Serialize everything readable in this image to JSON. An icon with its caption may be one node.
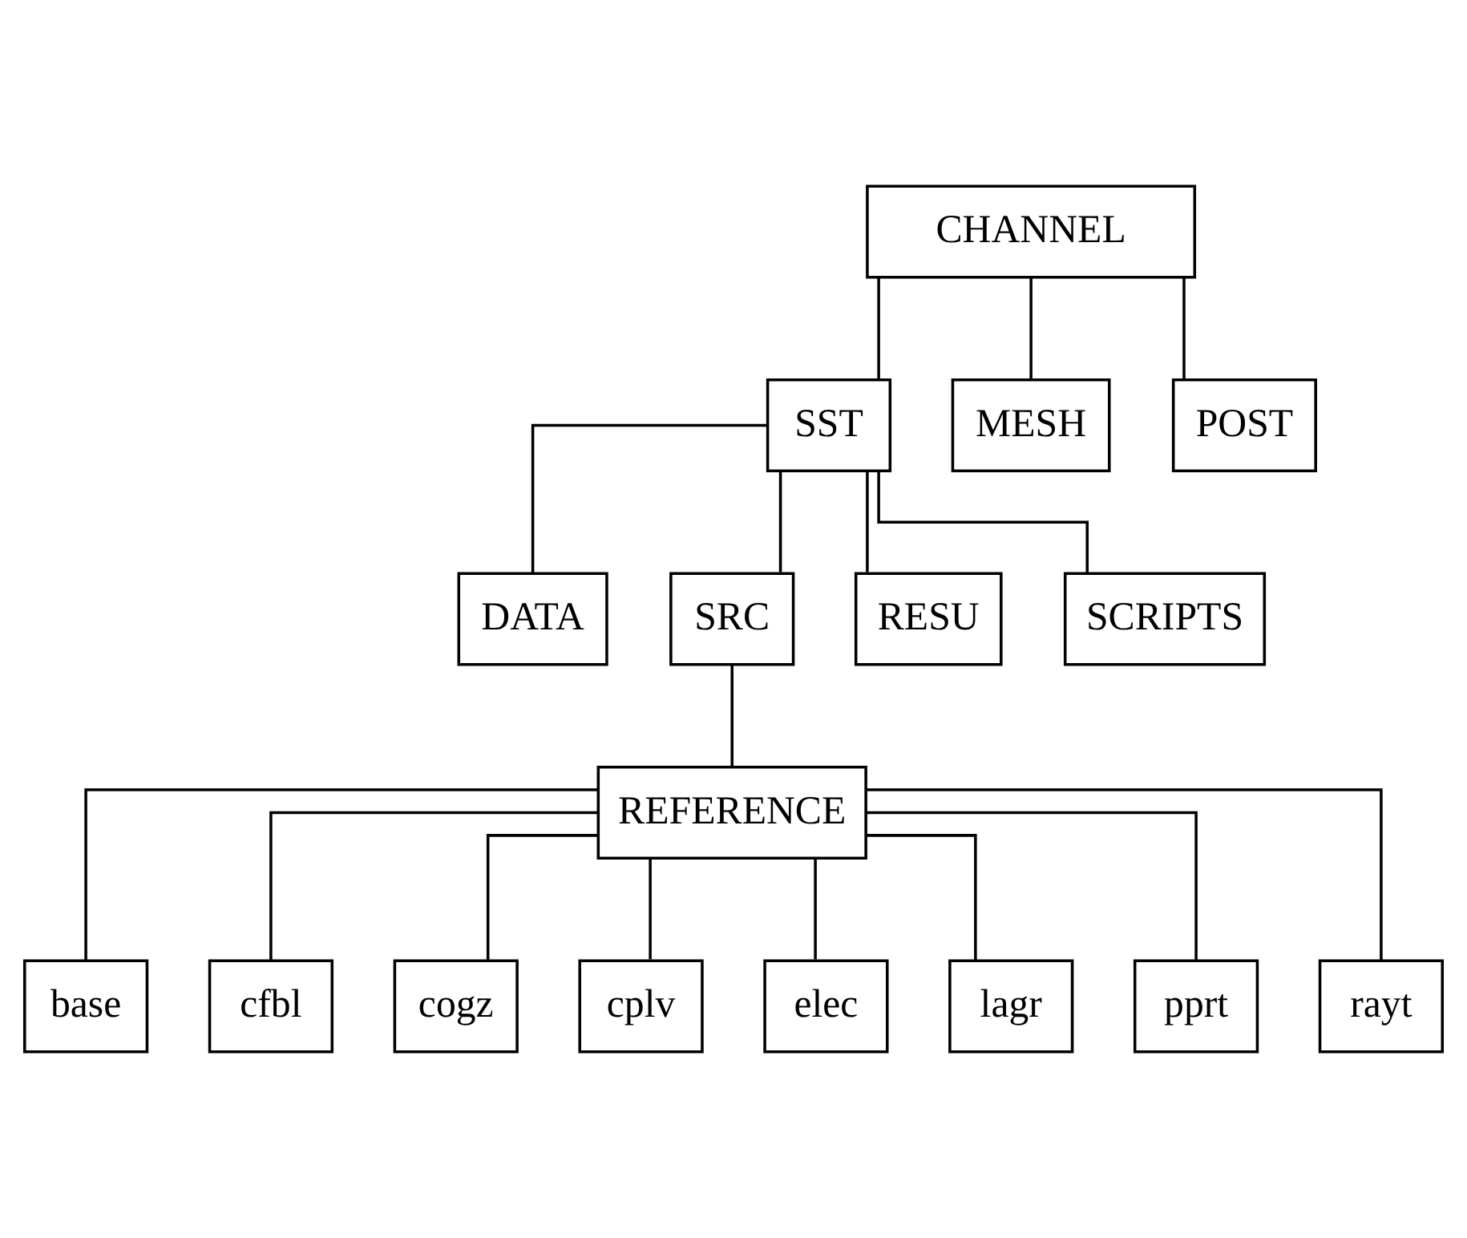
{
  "diagram": {
    "nodes": [
      {
        "text": [
          "CHANNEL"
        ]
      },
      {
        "text": [
          "SST"
        ]
      },
      {
        "text": [
          "MESH"
        ]
      },
      {
        "text": [
          "POST"
        ]
      },
      {
        "text": [
          "DATA"
        ]
      },
      {
        "text": [
          "SRC"
        ]
      },
      {
        "text": [
          "RESU"
        ]
      },
      {
        "text": [
          "SCRIPTS"
        ]
      },
      {
        "text": [
          "REFERENCE"
        ]
      },
      {
        "text": [
          "base"
        ]
      },
      {
        "text": [
          "cfbl"
        ]
      },
      {
        "text": [
          "cogz"
        ]
      },
      {
        "text": [
          "cplv"
        ]
      },
      {
        "text": [
          "elec"
        ]
      },
      {
        "text": [
          "lagr"
        ]
      },
      {
        "text": [
          "pprt"
        ]
      },
      {
        "text": [
          "rayt"
        ]
      }
    ],
    "edges": [
      {
        "from": 0,
        "to": 1,
        "arrow": "none"
      },
      {
        "from": 0,
        "to": 2,
        "arrow": "none"
      },
      {
        "from": 0,
        "to": 3,
        "arrow": "none"
      },
      {
        "from": 1,
        "to": 4,
        "arrow": "none"
      },
      {
        "from": 1,
        "to": 5,
        "arrow": "none"
      },
      {
        "from": 1,
        "to": 6,
        "arrow": "none"
      },
      {
        "from": 1,
        "to": 7,
        "arrow": "none"
      },
      {
        "from": 5,
        "to": 8,
        "arrow": "none"
      },
      {
        "from": 8,
        "to": 9,
        "arrow": "none"
      },
      {
        "from": 8,
        "to": 10,
        "arrow": "none"
      },
      {
        "from": 8,
        "to": 11,
        "arrow": "none"
      },
      {
        "from": 8,
        "to": 12,
        "arrow": "none"
      },
      {
        "from": 8,
        "to": 13,
        "arrow": "none"
      },
      {
        "from": 8,
        "to": 14,
        "arrow": "none"
      },
      {
        "from": 8,
        "to": 15,
        "arrow": "none"
      },
      {
        "from": 8,
        "to": 16,
        "arrow": "none"
      }
    ]
  }
}
